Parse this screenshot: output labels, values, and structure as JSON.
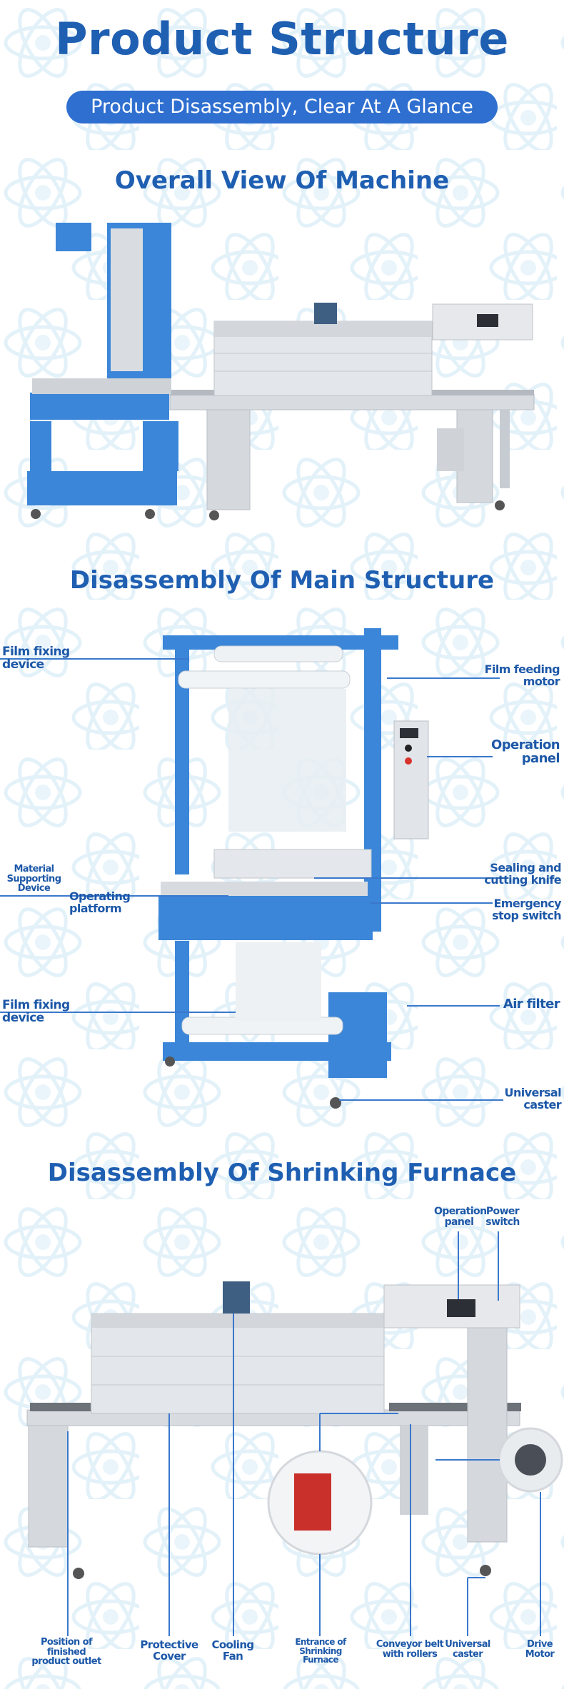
{
  "header": {
    "title": "Product Structure",
    "subtitle": "Product Disassembly, Clear At A Glance"
  },
  "sections": {
    "overall": "Overall View Of Machine",
    "main": "Disassembly Of Main Structure",
    "furnace": "Disassembly Of Shrinking Furnace"
  },
  "main_labels": {
    "film_fixing_top": "Film fixing device",
    "film_feeding_motor": "Film feeding motor",
    "operation_panel": "Operation panel",
    "material_supporting": "Material Supporting Device",
    "operating_platform": "Operating platform",
    "sealing_knife": "Sealing and cutting knife",
    "emergency_switch": "Emergency stop switch",
    "film_fixing_bottom": "Film fixing device",
    "air_filter": "Air filter",
    "universal_caster": "Universal caster"
  },
  "furnace_labels": {
    "operation_panel": "Operation panel",
    "power_switch": "Power switch",
    "finished_outlet": "Position of finished product outlet",
    "protective_cover": "Protective Cover",
    "cooling_fan": "Cooling Fan",
    "entrance": "Entrance of Shrinking Furnace",
    "conveyor_belt": "Conveyor belt with rollers",
    "universal_caster": "Universal caster",
    "drive_motor": "Drive Motor"
  },
  "colors": {
    "title_blue": "#1f5fb2",
    "pill_blue": "#2f6fd0",
    "machine_blue": "#3b86d8",
    "steel": "#dcdfe3",
    "callout_line": "#3a78cc"
  }
}
